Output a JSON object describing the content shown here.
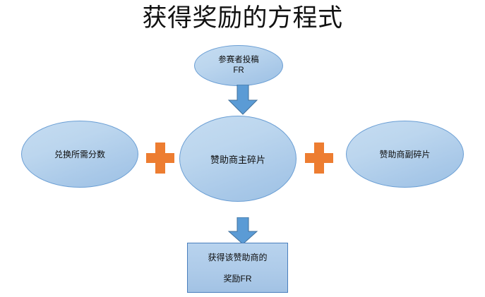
{
  "title": "获得奖励的方程式",
  "colors": {
    "node_fill_light": "#c5dcf1",
    "node_fill_dark": "#9dc1e4",
    "node_border": "#6a9ed4",
    "rect_border": "#4a7fbd",
    "plus_orange": "#ed7d31",
    "arrow_fill": "#5b9bd5",
    "arrow_border": "#41719c",
    "text": "#0d0d0d",
    "background": "#ffffff"
  },
  "diagram": {
    "type": "equation-flow",
    "nodes": [
      {
        "id": "submission",
        "shape": "ellipse",
        "line1": "参赛者投稿",
        "line2": "FR"
      },
      {
        "id": "points",
        "shape": "ellipse",
        "label": "兑换所需分数"
      },
      {
        "id": "main-shard",
        "shape": "ellipse",
        "label": "赞助商主碎片"
      },
      {
        "id": "sub-shard",
        "shape": "ellipse",
        "label": "赞助商副碎片"
      },
      {
        "id": "reward",
        "shape": "rectangle",
        "line1": "获得该赞助商的",
        "line2": "奖励FR"
      }
    ],
    "operators": [
      {
        "id": "plus-left",
        "symbol": "+",
        "name": "plus-sign"
      },
      {
        "id": "plus-right",
        "symbol": "+",
        "name": "plus-sign"
      }
    ],
    "arrows": [
      {
        "id": "arrow-top",
        "direction": "down",
        "from": "submission",
        "to": "main-shard"
      },
      {
        "id": "arrow-bottom",
        "direction": "down",
        "from": "main-shard",
        "to": "reward"
      }
    ]
  }
}
